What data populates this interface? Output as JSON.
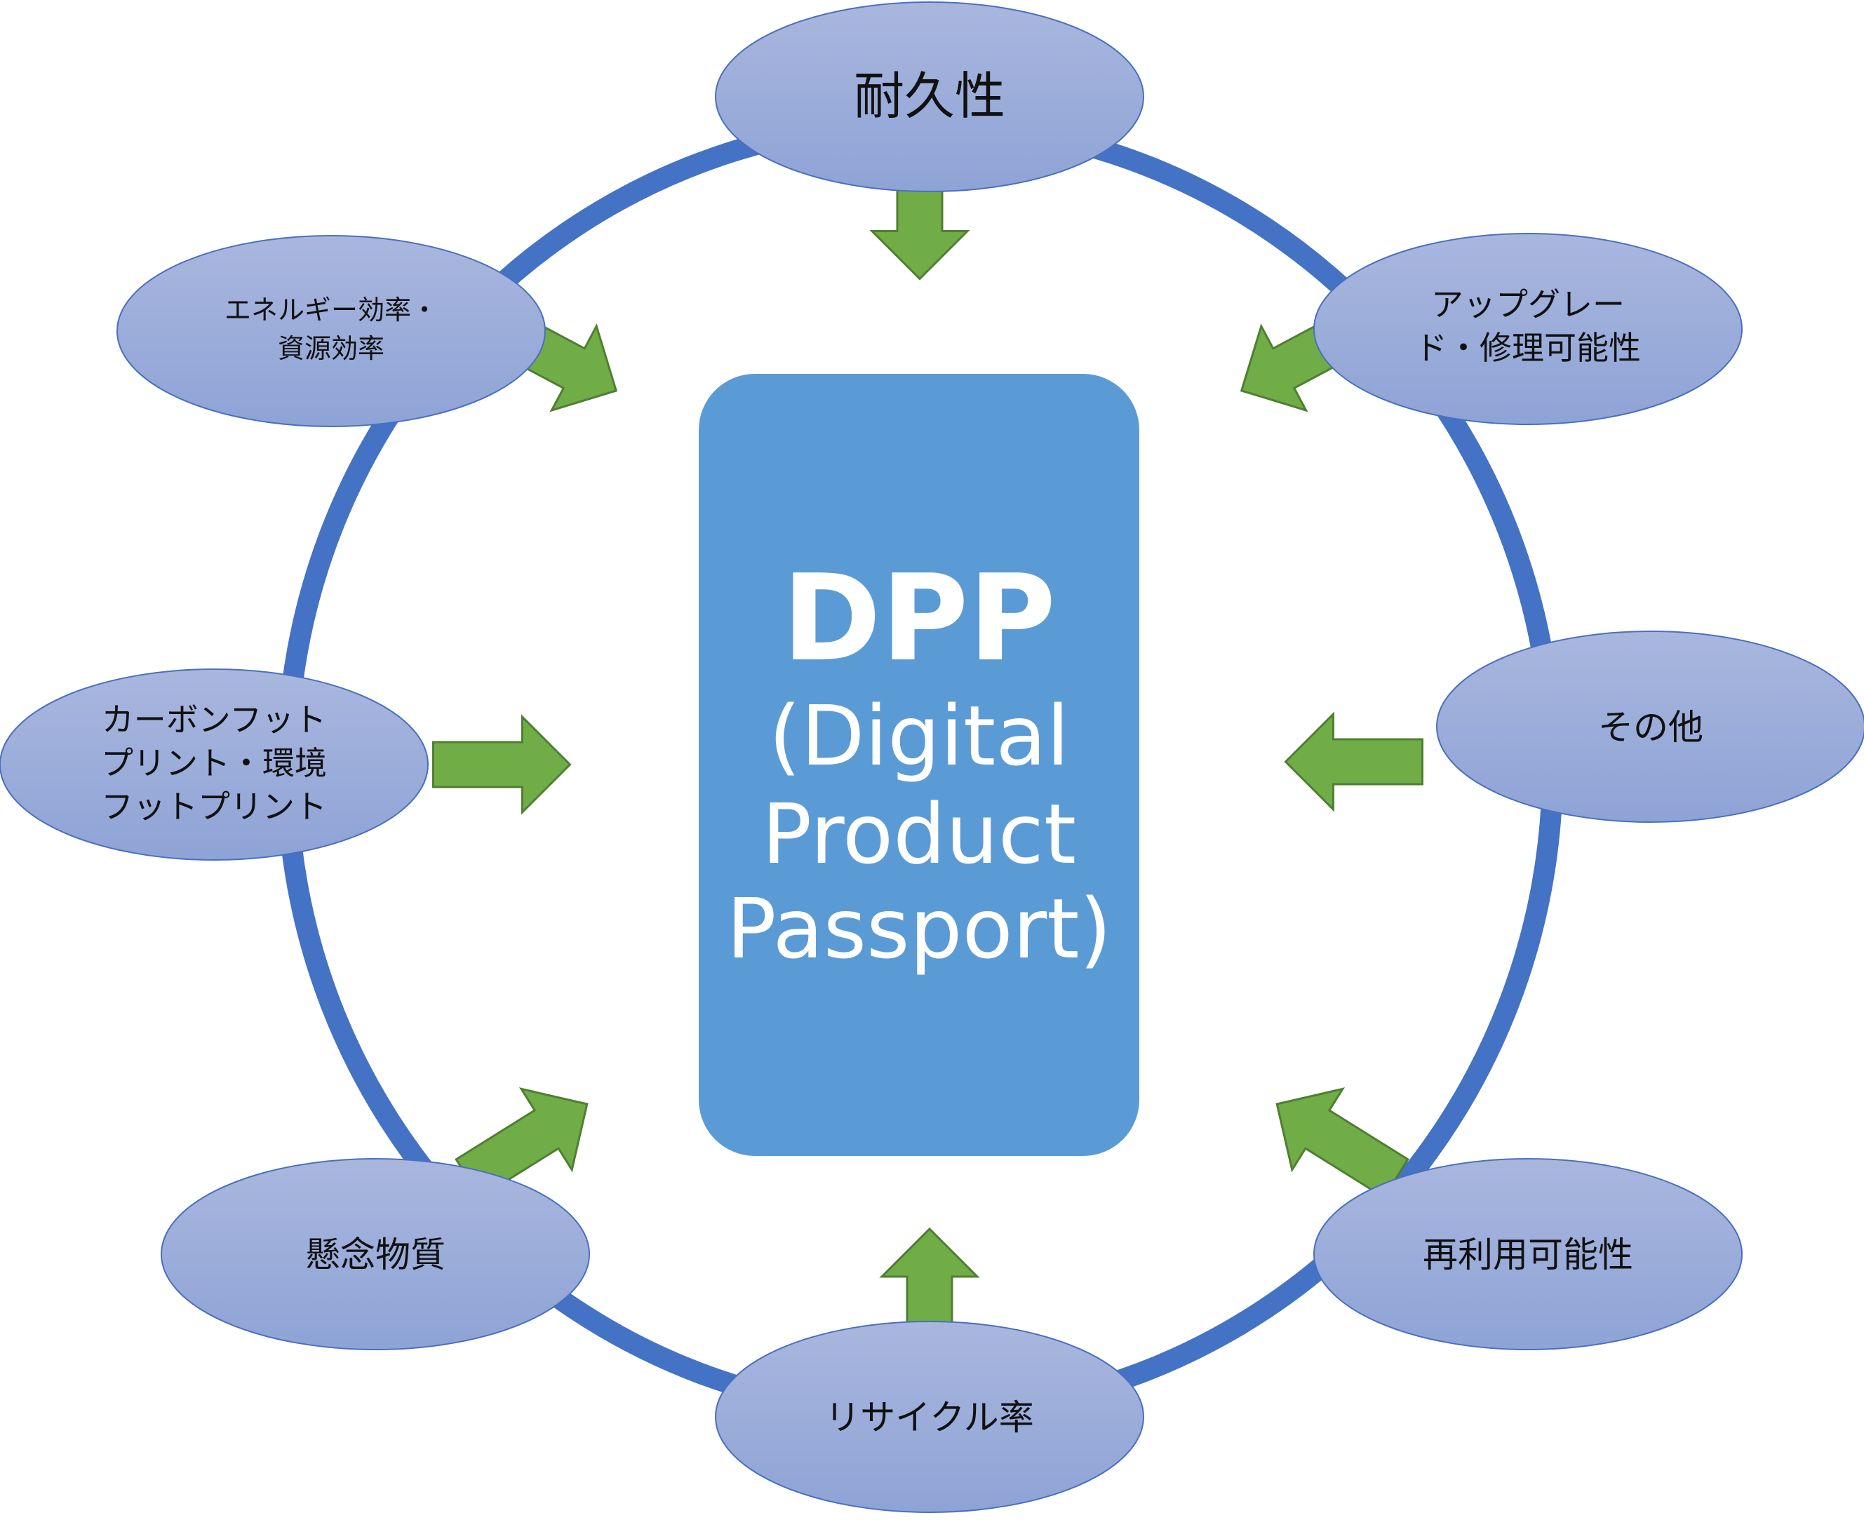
{
  "center": {
    "title": "DPP",
    "subtitle_lines": [
      "(Digital",
      "Product",
      "Passport)"
    ]
  },
  "nodes": [
    {
      "id": "durability",
      "lines": [
        "耐久性"
      ]
    },
    {
      "id": "upgrade-repair",
      "lines": [
        "アップグレー",
        "ド・修理可能性"
      ]
    },
    {
      "id": "other",
      "lines": [
        "その他"
      ]
    },
    {
      "id": "reusability",
      "lines": [
        "再利用可能性"
      ]
    },
    {
      "id": "recycling-rate",
      "lines": [
        "リサイクル率"
      ]
    },
    {
      "id": "substances-of-concern",
      "lines": [
        "懸念物質"
      ]
    },
    {
      "id": "carbon-footprint",
      "lines": [
        "カーボンフット",
        "プリント・環境",
        "フットプリント"
      ]
    },
    {
      "id": "energy-efficiency",
      "lines": [
        "エネルギー効率・",
        "資源効率"
      ]
    }
  ],
  "colors": {
    "ring": "#4472c4",
    "ellipse_top": "#a9b7de",
    "ellipse_bottom": "#8ea3d6",
    "ellipse_stroke": "#4a6fc0",
    "center_box": "#5b9bd5",
    "arrow_fill": "#70ad47",
    "arrow_stroke": "#507e32"
  }
}
